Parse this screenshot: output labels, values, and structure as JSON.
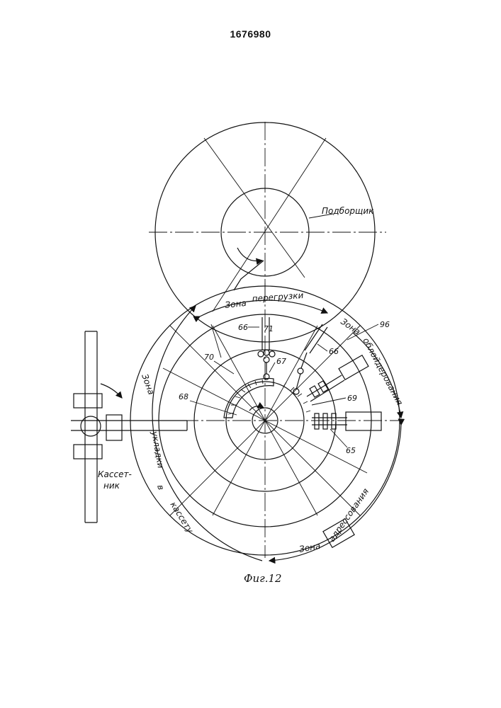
{
  "document": {
    "patent_number": "1676980",
    "figure_caption": "Фиг.12"
  },
  "labels": {
    "picker": "Подборщик",
    "cassette_holder_line1": "Кассет-",
    "cassette_holder_line2": "ник",
    "zone_transfer_word1": "Зона",
    "zone_transfer_word2": "перегрузки",
    "zone_deburring_word1": "Зона",
    "zone_deburring_word2": "облойдерования",
    "zone_stacking_word1": "Зона",
    "zone_stacking_word2": "укладки",
    "zone_stacking_word3": "в",
    "zone_stacking_word4": "кассету",
    "zone_addressing_word1": "Зона",
    "zone_addressing_word2": "адрессования"
  },
  "reference_numbers": {
    "n96": "96",
    "n66a": "66",
    "n66b": "66",
    "n71": "71",
    "n70": "70",
    "n67": "67",
    "n68": "68",
    "n69": "69",
    "n65": "65"
  }
}
